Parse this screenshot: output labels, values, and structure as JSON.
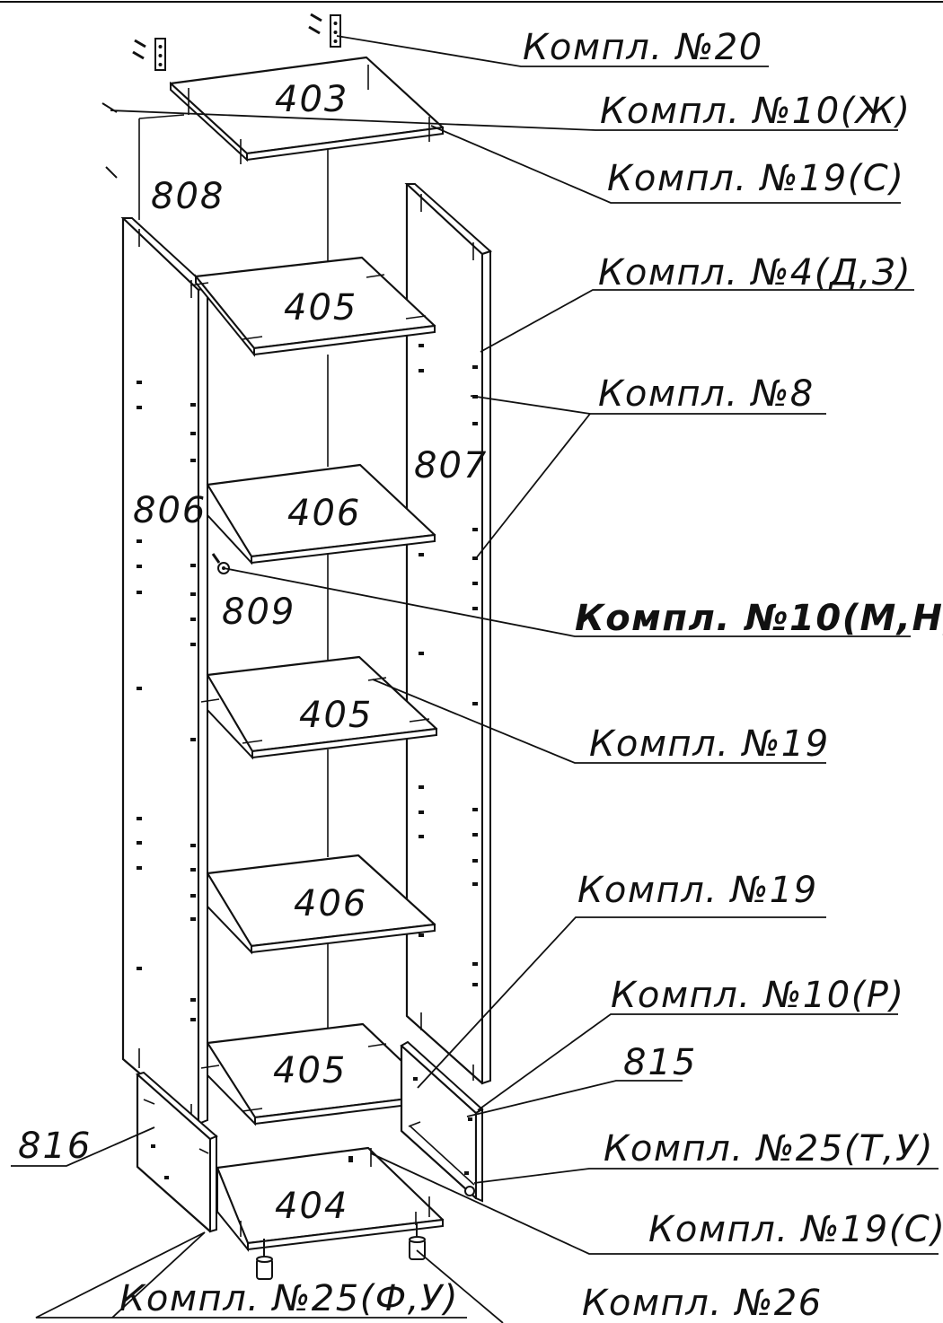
{
  "parts": {
    "top_panel": "403",
    "bottom_panel": "404",
    "shelf_upper": "405",
    "shelf_second": "406",
    "shelf_middle": "405",
    "shelf_fourth": "406",
    "shelf_lower": "405",
    "left_side": "806",
    "right_side": "807",
    "back_panel": "808",
    "divider_rail": "809",
    "plinth_right": "815",
    "plinth_left": "816"
  },
  "kits": [
    {
      "id": "kit-20",
      "text": "Компл. №20"
    },
    {
      "id": "kit-10-zh",
      "text": "Компл. №10(Ж)"
    },
    {
      "id": "kit-19-s-top",
      "text": "Компл. №19(С)"
    },
    {
      "id": "kit-4-dz",
      "text": "Компл. №4(Д,З)"
    },
    {
      "id": "kit-8",
      "text": "Компл. №8"
    },
    {
      "id": "kit-10-mn",
      "text": "Компл. №10(М,Н)"
    },
    {
      "id": "kit-19-mid",
      "text": "Компл. №19"
    },
    {
      "id": "kit-19-low",
      "text": "Компл. №19"
    },
    {
      "id": "kit-10-r",
      "text": "Компл. №10(Р)"
    },
    {
      "id": "kit-25-tu",
      "text": "Компл. №25(Т,У)"
    },
    {
      "id": "kit-19-s-bottom",
      "text": "Компл. №19(С)"
    },
    {
      "id": "kit-25-fu",
      "text": "Компл. №25(Ф,У)"
    },
    {
      "id": "kit-26",
      "text": "Компл. №26"
    }
  ],
  "colors": {
    "line": "#111111",
    "paper": "#ffffff"
  }
}
